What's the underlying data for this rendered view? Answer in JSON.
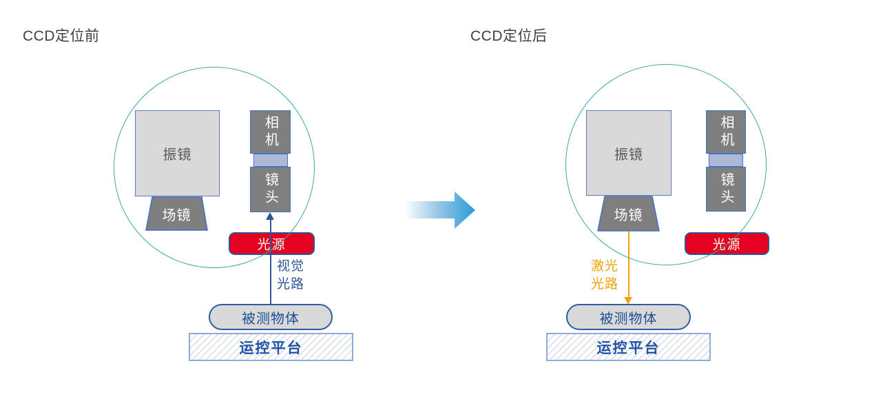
{
  "left": {
    "title": "CCD定位前",
    "galvo_label": "振镜",
    "field_lens_label": "场镜",
    "camera_label": "相机",
    "lens_label": "镜头",
    "light_source_label": "光源",
    "path_label_line1": "视觉",
    "path_label_line2": "光路",
    "object_label": "被测物体",
    "platform_label": "运控平台"
  },
  "right": {
    "title": "CCD定位后",
    "galvo_label": "振镜",
    "field_lens_label": "场镜",
    "camera_label": "相机",
    "lens_label": "镜头",
    "light_source_label": "光源",
    "path_label_line1": "激光",
    "path_label_line2": "光路",
    "object_label": "被测物体",
    "platform_label": "运控平台"
  },
  "colors": {
    "circle_stroke": "#3BA8A0",
    "galvo_fill": "#D9D9D9",
    "block_fill": "#7F7F7F",
    "block_border": "#4472C4",
    "connector_fill": "#AEB9D8",
    "light_source_fill": "#E4001E",
    "path_blue": "#2E5597",
    "laser_orange": "#F2A20C",
    "platform_border": "#8FAADC",
    "platform_text": "#2052A8",
    "transition_arrow_blue": "#2A9CD8",
    "title_text": "#3F3F3F"
  }
}
